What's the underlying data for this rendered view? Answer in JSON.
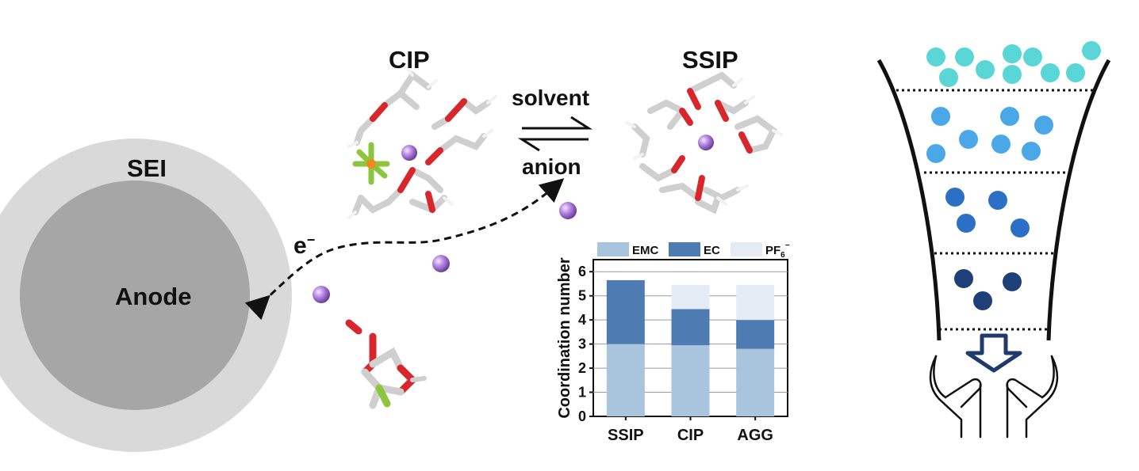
{
  "labels": {
    "sei": "SEI",
    "anode": "Anode",
    "electron": "e",
    "electron_sup": "−",
    "cip": "CIP",
    "ssip": "SSIP",
    "solvent": "solvent",
    "anion": "anion"
  },
  "colors": {
    "sei": "#d9d9d9",
    "anode": "#a6a6a6",
    "li_ion": "#b084dc",
    "oxygen": "#d8262d",
    "carbon": "#bfbfbf",
    "hydrogen": "#f2f2f2",
    "phosphorus": "#f08a1d",
    "fluorine": "#8cc63f",
    "funnel_tiers": [
      "#5ad6d6",
      "#4aa8e8",
      "#2b70c4",
      "#1f3f78"
    ],
    "arrow": "#1f3a6b"
  },
  "chart_data": {
    "type": "bar",
    "stacked": true,
    "categories": [
      "SSIP",
      "CIP",
      "AGG"
    ],
    "series": [
      {
        "name": "EMC",
        "values": [
          3.0,
          2.95,
          2.8
        ],
        "color": "#a9c5dd"
      },
      {
        "name": "EC",
        "values": [
          2.65,
          1.5,
          1.2
        ],
        "color": "#4f7bb3"
      },
      {
        "name": "PF6−",
        "values": [
          0.0,
          1.0,
          1.45
        ],
        "color": "#e4ebf4"
      }
    ],
    "ylabel": "Coordination number",
    "xlabel": "",
    "ylim": [
      0,
      6.5
    ],
    "yticks": [
      "0",
      "1",
      "2",
      "3",
      "4",
      "5",
      "6"
    ],
    "legend_position": "top",
    "grid": true
  }
}
